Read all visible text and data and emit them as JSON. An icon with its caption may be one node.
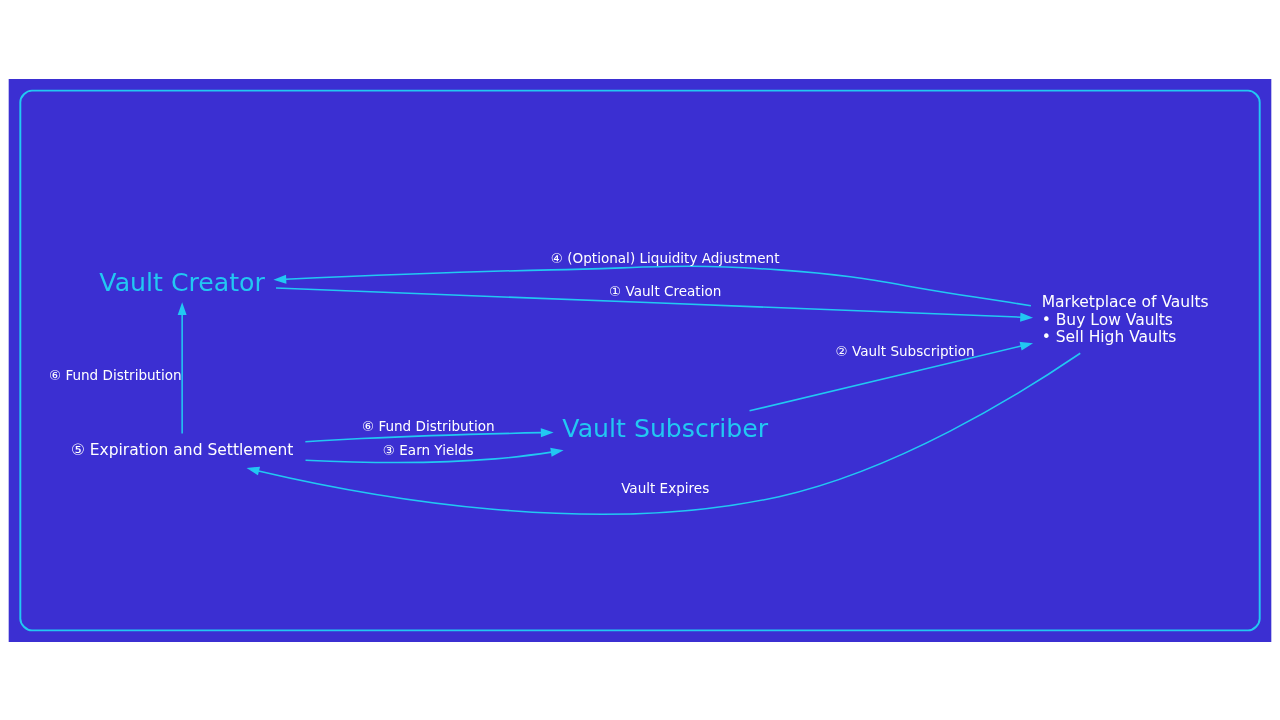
{
  "diagram": {
    "nodes": [
      {
        "text": [],
        "shape": "box"
      },
      {
        "text": [
          "Vault Creator"
        ],
        "in": 0
      },
      {
        "text": [
          "Marketplace of Vaults",
          "• Buy Low Vaults",
          "• Sell High Vaults"
        ],
        "in": 0
      },
      {
        "text": [
          "Vault Subscriber"
        ],
        "in": 0
      },
      {
        "text": [
          "⑤ Expiration and Settlement"
        ],
        "in": 0
      }
    ],
    "edges": [
      {
        "from": 1,
        "to": 2,
        "arrow": "to",
        "label": "① Vault Creation"
      },
      {
        "from": 2,
        "to": 1,
        "arrow": "to",
        "label": "④ (Optional) Liquidity Adjustment"
      },
      {
        "from": 3,
        "to": 2,
        "arrow": "to",
        "label": "② Vault Subscription"
      },
      {
        "from": 2,
        "to": 4,
        "arrow": "to",
        "label": "Vault Expires"
      },
      {
        "from": 4,
        "to": 1,
        "arrow": "to",
        "label": "⑥ Fund Distribution"
      },
      {
        "from": 4,
        "to": 3,
        "arrow": "to",
        "label": "③ Earn Yields"
      },
      {
        "from": 4,
        "to": 3,
        "arrow": "to",
        "label": "⑥ Fund Distribution"
      }
    ]
  }
}
